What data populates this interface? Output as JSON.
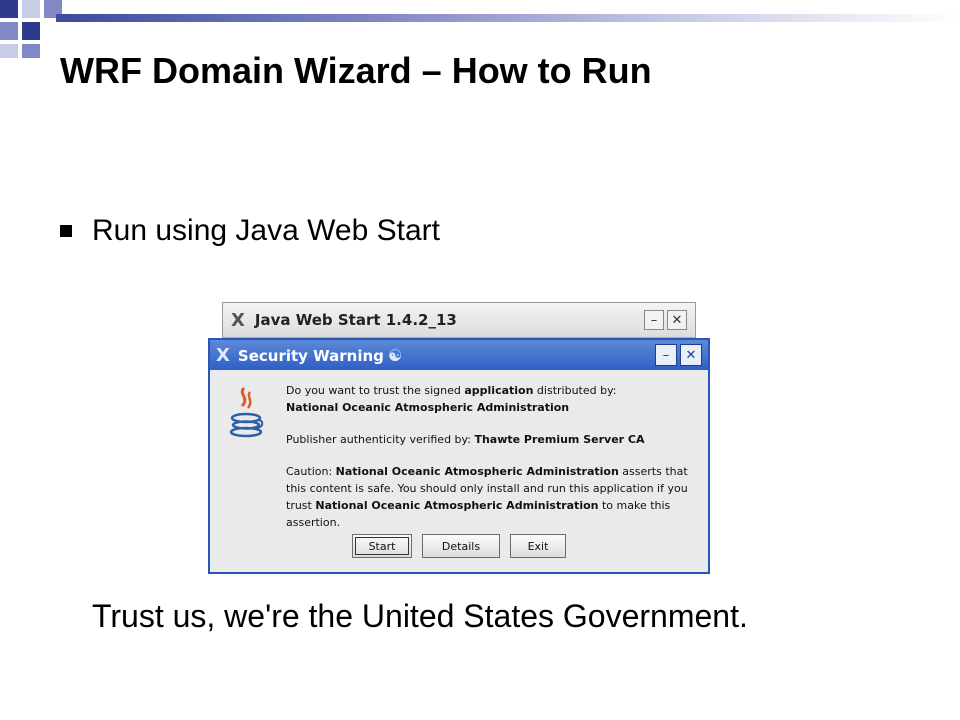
{
  "slide": {
    "title": "WRF Domain Wizard – How to Run",
    "bullet": "Run using Java Web Start",
    "caption": "Trust us, we're the United States Government."
  },
  "back_window": {
    "title": "Java Web Start 1.4.2_13",
    "minimize_glyph": "–",
    "close_glyph": "✕"
  },
  "dialog": {
    "title": "Security Warning",
    "minimize_glyph": "–",
    "close_glyph": "✕",
    "message": {
      "l1_pre": "Do you want to trust the signed ",
      "l1_bold": "application",
      "l1_post": " distributed by:",
      "publisher": "National Oceanic Atmospheric Administration",
      "verified_pre": "Publisher authenticity verified by: ",
      "verified_ca": "Thawte Premium Server CA",
      "caution_pre": "Caution: ",
      "caution_org1": "National Oceanic Atmospheric Administration",
      "caution_mid": " asserts that this content is safe. You should only install and run this application if you trust ",
      "caution_org2": "National Oceanic Atmospheric Administration",
      "caution_post": " to make this assertion."
    },
    "buttons": {
      "start": "Start",
      "details": "Details",
      "exit": "Exit"
    }
  },
  "colors": {
    "dialog_title_bg": "#2f5fc4",
    "slide_bar": "#3f4aa0"
  },
  "icons": {
    "window_manager": "x-logo-icon",
    "dialog_app": "java-cup-icon"
  }
}
